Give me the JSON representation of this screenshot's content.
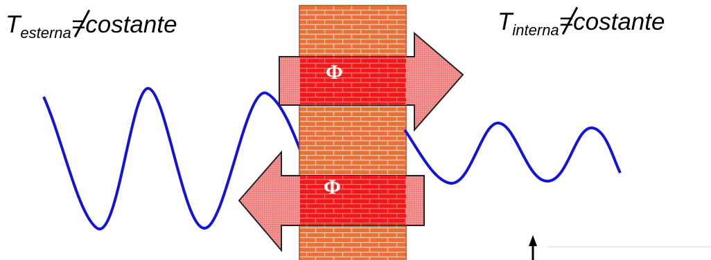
{
  "labels": {
    "external": {
      "symbol": "T",
      "subscript": "esterna",
      "equals": "=",
      "value": "costante"
    },
    "internal": {
      "symbol": "T",
      "subscript": "interna",
      "equals": "=",
      "value": "costante"
    }
  },
  "flux_symbol": "Φ",
  "colors": {
    "wall_brick": "#e8703a",
    "wall_mortar": "#f6c9a8",
    "arrow_fill": "#f02020",
    "arrow_light": "#f08a8a",
    "wave": "#1414d8"
  }
}
